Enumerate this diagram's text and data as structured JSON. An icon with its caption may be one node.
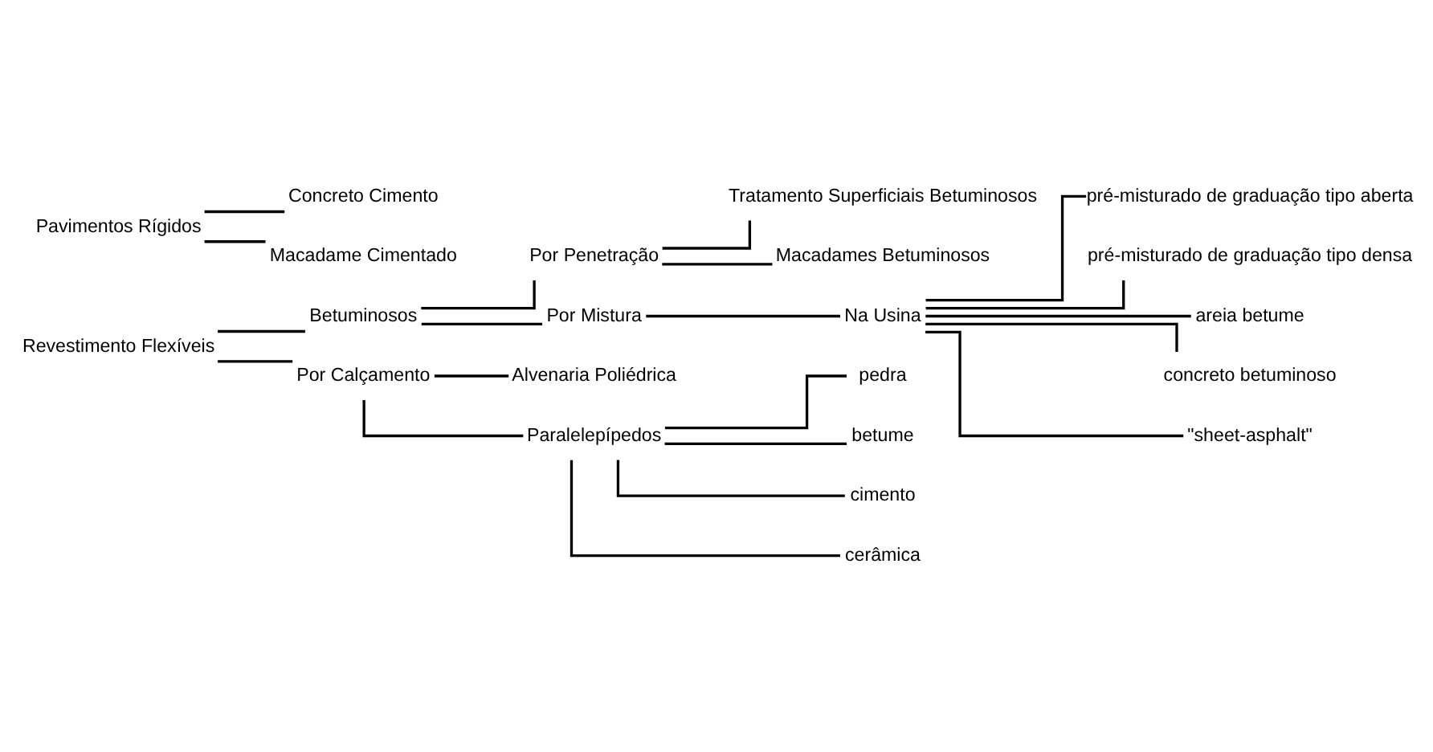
{
  "diagram": {
    "nodes": [
      {
        "text": [
          "Revestimento Flexíveis"
        ]
      },
      {
        "text": [
          "Betuminosos"
        ]
      },
      {
        "text": [
          "Por Penetração"
        ]
      },
      {
        "text": [
          "Tratamento Superficiais Betuminosos"
        ]
      },
      {
        "text": [
          "Macadames Betuminosos"
        ]
      },
      {
        "text": [
          "Por Mistura"
        ]
      },
      {
        "text": [
          "Na Usina"
        ]
      },
      {
        "text": [
          "pré-misturado de graduação tipo aberta"
        ]
      },
      {
        "text": [
          "pré-misturado de graduação tipo densa"
        ]
      },
      {
        "text": [
          "areia betume"
        ]
      },
      {
        "text": [
          "concreto betuminoso"
        ]
      },
      {
        "text": [
          "\"sheet-asphalt\""
        ]
      },
      {
        "text": [
          "Por Calçamento"
        ]
      },
      {
        "text": [
          "Alvenaria Poliédrica"
        ]
      },
      {
        "text": [
          "Paralelepípedos"
        ]
      },
      {
        "text": [
          "pedra"
        ]
      },
      {
        "text": [
          "betume"
        ]
      },
      {
        "text": [
          "cimento"
        ]
      },
      {
        "text": [
          "cerâmica"
        ]
      },
      {
        "text": [
          "Pavimentos Rígidos"
        ]
      },
      {
        "text": [
          "Concreto Cimento"
        ]
      },
      {
        "text": [
          "Macadame Cimentado"
        ]
      }
    ],
    "edges": [
      {
        "from": 0,
        "to": 1,
        "arrow": "none"
      },
      {
        "from": 0,
        "to": 12,
        "arrow": "none"
      },
      {
        "from": 1,
        "to": 2,
        "arrow": "none"
      },
      {
        "from": 1,
        "to": 5,
        "arrow": "none"
      },
      {
        "from": 2,
        "to": 3,
        "arrow": "none"
      },
      {
        "from": 2,
        "to": 4,
        "arrow": "none"
      },
      {
        "from": 5,
        "to": 6,
        "arrow": "none"
      },
      {
        "from": 6,
        "to": 7,
        "arrow": "none"
      },
      {
        "from": 6,
        "to": 8,
        "arrow": "none"
      },
      {
        "from": 6,
        "to": 9,
        "arrow": "none"
      },
      {
        "from": 6,
        "to": 10,
        "arrow": "none"
      },
      {
        "from": 6,
        "to": 11,
        "arrow": "none"
      },
      {
        "from": 12,
        "to": 13,
        "arrow": "none"
      },
      {
        "from": 12,
        "to": 14,
        "arrow": "none"
      },
      {
        "from": 14,
        "to": 15,
        "arrow": "none"
      },
      {
        "from": 14,
        "to": 16,
        "arrow": "none"
      },
      {
        "from": 14,
        "to": 17,
        "arrow": "none"
      },
      {
        "from": 14,
        "to": 18,
        "arrow": "none"
      },
      {
        "from": 19,
        "to": 20,
        "arrow": "none"
      },
      {
        "from": 19,
        "to": 21,
        "arrow": "none"
      }
    ]
  }
}
